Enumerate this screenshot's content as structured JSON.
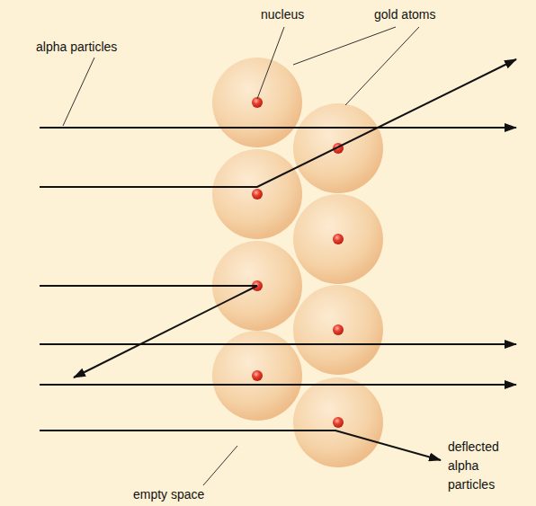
{
  "diagram": {
    "labels": [
      "nucleus",
      "gold atoms",
      "alpha particles",
      "deflected alpha particles",
      "empty space"
    ]
  }
}
